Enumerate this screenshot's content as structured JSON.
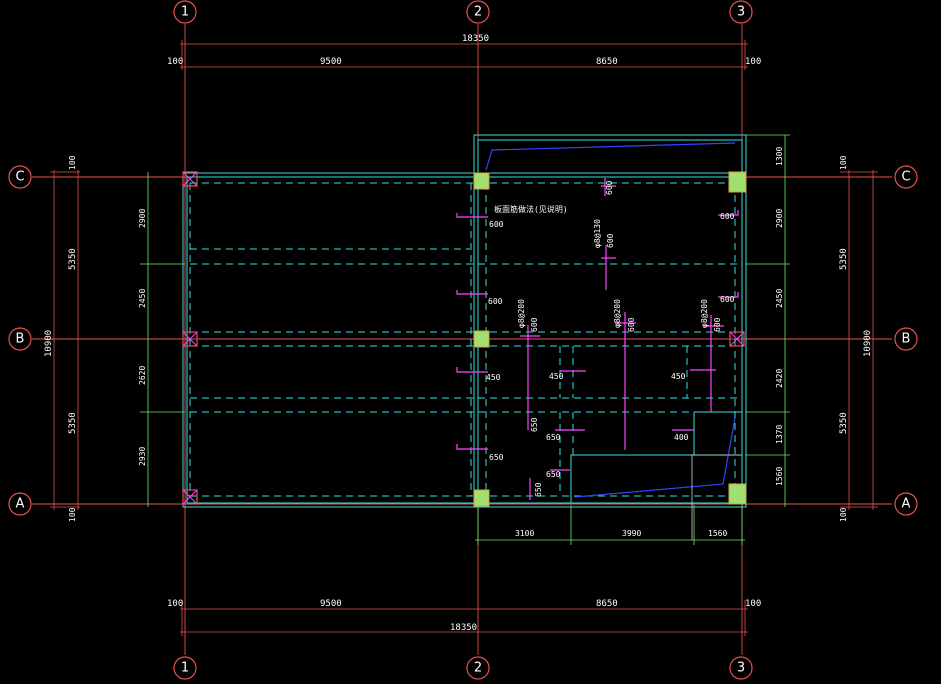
{
  "axes": {
    "vertical": [
      {
        "label": "1"
      },
      {
        "label": "2"
      },
      {
        "label": "3"
      }
    ],
    "horizontal": [
      {
        "label": "C"
      },
      {
        "label": "B"
      },
      {
        "label": "A"
      }
    ]
  },
  "dims": {
    "total_x": "18350",
    "bay_1_2": "9500",
    "bay_2_3": "8650",
    "edge_offset": "100",
    "total_y": "10900",
    "bay_y_top": "5350",
    "bay_y_bottom": "5350",
    "left_sub": [
      "2900",
      "2450",
      "2620",
      "2930"
    ],
    "right_sub": [
      "1300",
      "2900",
      "2450",
      "2420",
      "1370",
      "1560"
    ],
    "bottom_sub": [
      "3100",
      "3990",
      "1560"
    ]
  },
  "annotations": {
    "note": "板面筋做法(见说明)",
    "rebar_a": "φ8@130",
    "rebar_b": "φ8@200",
    "rebar_c": "φ8@200",
    "rebar_d": "φ8@200",
    "len_600": "600",
    "len_450": "450",
    "len_650": "650",
    "len_400": "400"
  },
  "colors": {
    "grid": "#e85050",
    "slab": "#34dede",
    "rebar": "#ff44ff",
    "column": "#a0e070",
    "dim_green": "#66ee66",
    "blue": "#3344ff"
  }
}
